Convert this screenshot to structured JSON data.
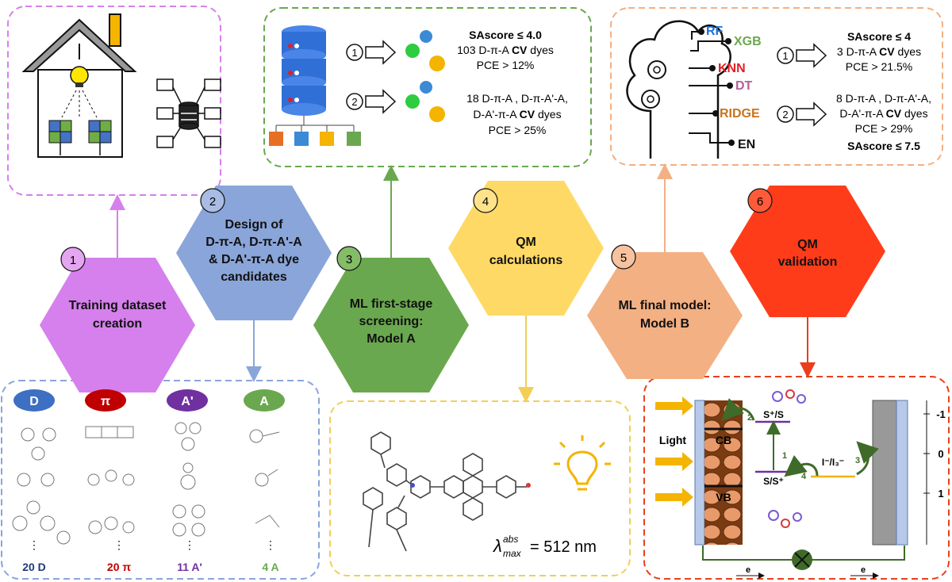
{
  "steps": [
    {
      "num": "1",
      "label": [
        "Training dataset",
        "creation"
      ],
      "color": "#d580ec"
    },
    {
      "num": "2",
      "label": [
        "Design of",
        "D-π-A, D-π-A'-A",
        "& D-A'-π-A dye",
        "candidates"
      ],
      "color": "#8aa5d9"
    },
    {
      "num": "3",
      "label": [
        "ML first-stage",
        "screening:",
        "Model A"
      ],
      "color": "#6aa84f"
    },
    {
      "num": "4",
      "label": [
        "QM",
        "calculations"
      ],
      "color": "#ffd966"
    },
    {
      "num": "5",
      "label": [
        "ML final model:",
        "Model B"
      ],
      "color": "#f3b083"
    },
    {
      "num": "6",
      "label": [
        "QM",
        "validation"
      ],
      "color": "#ff3c1a"
    }
  ],
  "screening": {
    "stage1": {
      "num": "1",
      "score": "SAscore ≤ 4.0",
      "count": "103 D-π-A",
      "cv": "CV",
      "dyes": "dyes",
      "pce": "PCE > 12%"
    },
    "stage2": {
      "num": "2",
      "line1": "18 D-π-A , D-π-A'-A,",
      "line2a": "D-A'-π-A",
      "cv": "CV",
      "dyes": "dyes",
      "pce": "PCE > 25%"
    }
  },
  "models": {
    "algorithms": [
      {
        "name": "RF",
        "color": "#1f6fd6"
      },
      {
        "name": "XGB",
        "color": "#6aa84f"
      },
      {
        "name": "KNN",
        "color": "#e41e26"
      },
      {
        "name": "DT",
        "color": "#b45f9b"
      },
      {
        "name": "RIDGE",
        "color": "#c8741e"
      },
      {
        "name": "EN",
        "color": "#111111"
      }
    ],
    "stage1": {
      "num": "1",
      "score": "SAscore ≤ 4",
      "count": "3 D-π-A",
      "cv": "CV",
      "dyes": "dyes",
      "pce": "PCE > 21.5%"
    },
    "stage2": {
      "num": "2",
      "line1": "8 D-π-A , D-π-A'-A,",
      "line2a": "D-A'-π-A",
      "cv": "CV",
      "dyes": "dyes",
      "pce": "PCE > 29%",
      "score": "SAscore ≤ 7.5"
    }
  },
  "fragments": [
    {
      "badge": "D",
      "color": "#3d6fc2",
      "count": "20 D",
      "count_color": "#1f3a7a"
    },
    {
      "badge": "π",
      "color": "#c00000",
      "count": "20 π",
      "count_color": "#c00000"
    },
    {
      "badge": "A'",
      "color": "#7030a0",
      "count": "11 A'",
      "count_color": "#7030a0"
    },
    {
      "badge": "A",
      "color": "#6aa84f",
      "count": "4 A",
      "count_color": "#6aa84f"
    }
  ],
  "qm": {
    "lambda_label": "λ",
    "lambda_sup": "abs",
    "lambda_sub": "max",
    "lambda_value": "= 512 nm"
  },
  "cell": {
    "light": "Light",
    "cb": "CB",
    "vb": "VB",
    "excited": "S⁺/S",
    "ground": "S/S⁺",
    "redox": "I⁻/I₃⁻",
    "steps": [
      "1",
      "2",
      "3",
      "4"
    ],
    "axis": [
      "-1",
      "0",
      "1"
    ],
    "electron": "e"
  }
}
